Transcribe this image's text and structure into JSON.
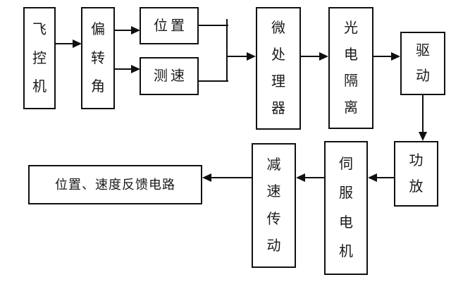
{
  "diagram": {
    "type": "block-diagram",
    "colors": {
      "background": "#ffffff",
      "line": "#101010",
      "text": "#1a1a1a"
    },
    "blocks": [
      {
        "id": "flight-control-computer",
        "label": "飞控机",
        "orientation": "vertical"
      },
      {
        "id": "deflection-angle",
        "label": "偏转角",
        "orientation": "vertical"
      },
      {
        "id": "position",
        "label": "位置",
        "orientation": "horizontal"
      },
      {
        "id": "speed-measurement",
        "label": "测速",
        "orientation": "horizontal"
      },
      {
        "id": "microprocessor",
        "label": "微处理器",
        "orientation": "vertical"
      },
      {
        "id": "opto-isolation",
        "label": "光电隔离",
        "orientation": "vertical"
      },
      {
        "id": "drive",
        "label": "驱动",
        "orientation": "vertical"
      },
      {
        "id": "power-amplifier",
        "label": "功放",
        "orientation": "vertical"
      },
      {
        "id": "servo-motor",
        "label": "伺服电机",
        "orientation": "vertical"
      },
      {
        "id": "reduction-drive",
        "label": "减速传动",
        "orientation": "vertical"
      },
      {
        "id": "feedback-circuit",
        "label": "位置、速度反馈电路",
        "orientation": "horizontal"
      }
    ],
    "connections": [
      {
        "from": "飞控机",
        "to": "偏转角",
        "type": "arrow"
      },
      {
        "from": "偏转角",
        "to": "位置",
        "type": "arrow"
      },
      {
        "from": "偏转角",
        "to": "测速",
        "type": "arrow"
      },
      {
        "from": "位置",
        "to": "微处理器",
        "type": "arrow-merged"
      },
      {
        "from": "测速",
        "to": "微处理器",
        "type": "arrow-merged"
      },
      {
        "from": "微处理器",
        "to": "光电隔离",
        "type": "arrow"
      },
      {
        "from": "光电隔离",
        "to": "驱动",
        "type": "arrow"
      },
      {
        "from": "驱动",
        "to": "功放",
        "type": "arrow"
      },
      {
        "from": "功放",
        "to": "伺服电机",
        "type": "arrow"
      },
      {
        "from": "伺服电机",
        "to": "减速传动",
        "type": "arrow"
      },
      {
        "from": "减速传动",
        "to": "位置、速度反馈电路",
        "type": "arrow"
      }
    ]
  }
}
